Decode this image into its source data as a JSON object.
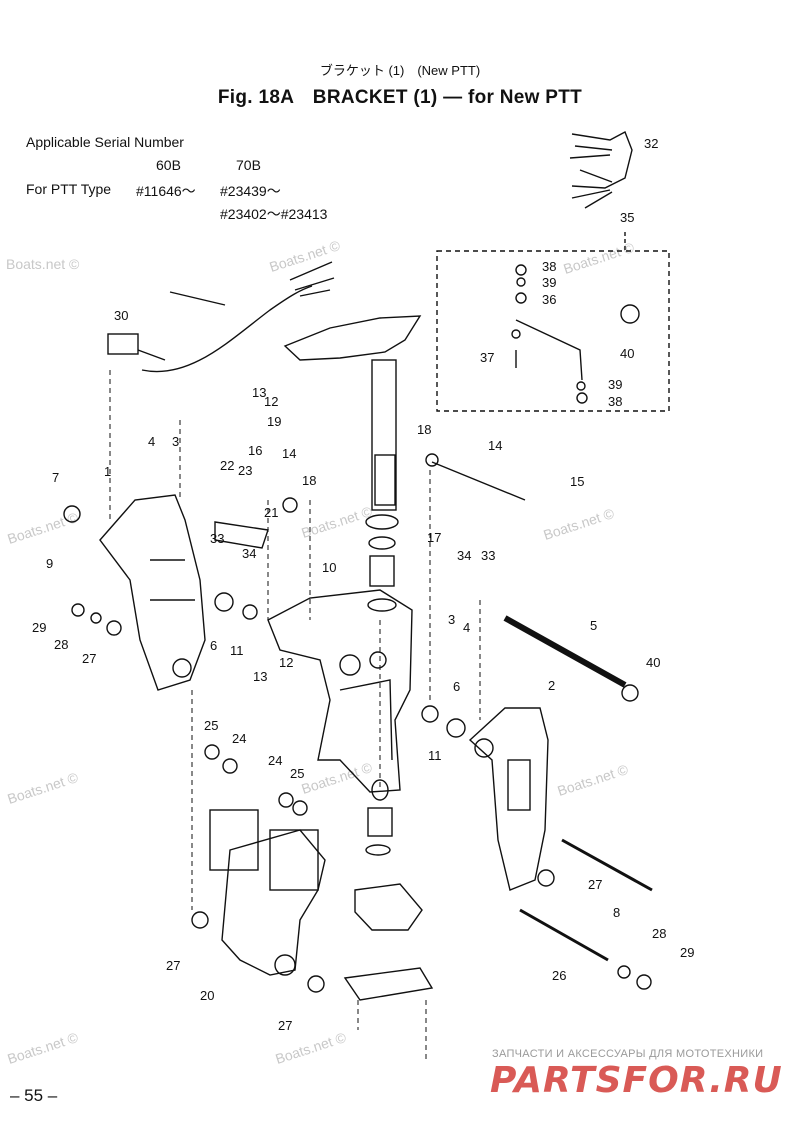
{
  "header": {
    "jp_title": "ブラケット (1)　(New PTT)",
    "title": "Fig. 18A　BRACKET (1) — for New PTT"
  },
  "serial": {
    "label": "Applicable Serial Number",
    "col1": "60B",
    "col2": "70B",
    "ptt_label": "For PTT Type",
    "ptt_60b": "#11646～",
    "ptt_70b": "#23439～",
    "ptt_70b_range": "#23402～#23413"
  },
  "part_numbers": [
    "1",
    "2",
    "3",
    "3",
    "4",
    "4",
    "5",
    "6",
    "6",
    "7",
    "8",
    "9",
    "10",
    "11",
    "11",
    "12",
    "12",
    "13",
    "13",
    "14",
    "14",
    "15",
    "16",
    "17",
    "18",
    "18",
    "19",
    "20",
    "21",
    "22",
    "23",
    "24",
    "24",
    "25",
    "25",
    "26",
    "27",
    "27",
    "27",
    "27",
    "28",
    "28",
    "29",
    "29",
    "30",
    "32",
    "33",
    "33",
    "34",
    "34",
    "35",
    "36",
    "37",
    "38",
    "38",
    "39",
    "39",
    "40",
    "40"
  ],
  "watermarks": [
    "Boats.net ©"
  ],
  "footer": {
    "page": "– 55 –",
    "shop_tagline": "ЗАПЧАСТИ И АКСЕССУАРЫ ДЛЯ МОТОТЕХНИКИ",
    "shop_logo": "PARTSFOR.RU"
  }
}
